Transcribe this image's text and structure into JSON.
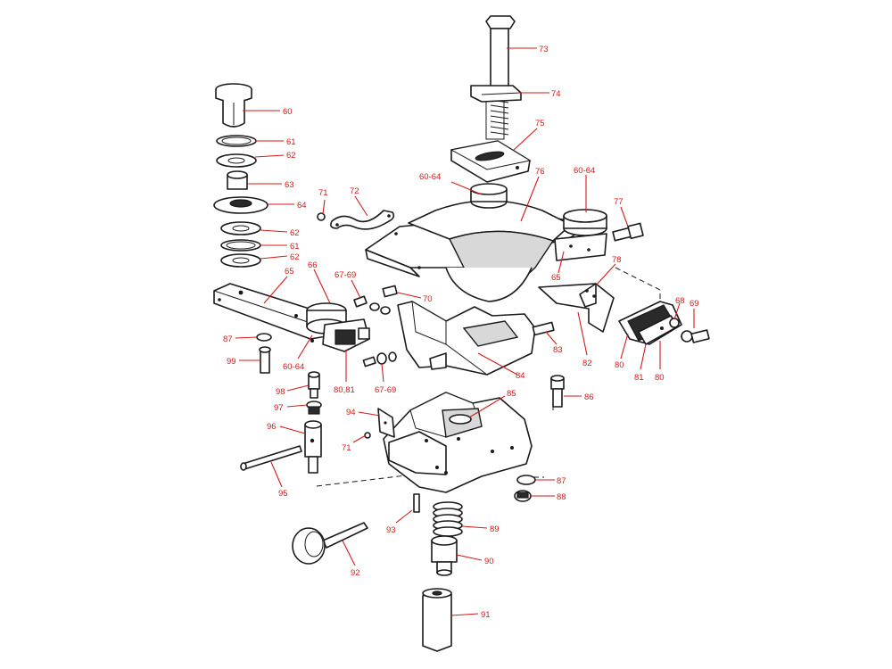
{
  "labels": [
    {
      "id": "l73",
      "text": "73"
    },
    {
      "id": "l74",
      "text": "74"
    },
    {
      "id": "l75",
      "text": "75"
    },
    {
      "id": "l76",
      "text": "76"
    },
    {
      "id": "l60a",
      "text": "60"
    },
    {
      "id": "l61a",
      "text": "61"
    },
    {
      "id": "l62a",
      "text": "62"
    },
    {
      "id": "l63",
      "text": "63"
    },
    {
      "id": "l64",
      "text": "64"
    },
    {
      "id": "l62b",
      "text": "62"
    },
    {
      "id": "l61b",
      "text": "61"
    },
    {
      "id": "l62c",
      "text": "62"
    },
    {
      "id": "l60-64a",
      "text": "60-64"
    },
    {
      "id": "l60-64b",
      "text": "60-64"
    },
    {
      "id": "l77",
      "text": "77"
    },
    {
      "id": "l71a",
      "text": "71"
    },
    {
      "id": "l72",
      "text": "72"
    },
    {
      "id": "l65a",
      "text": "65"
    },
    {
      "id": "l66",
      "text": "66"
    },
    {
      "id": "l67-69a",
      "text": "67-69"
    },
    {
      "id": "l70",
      "text": "70"
    },
    {
      "id": "l65b",
      "text": "65"
    },
    {
      "id": "l78",
      "text": "78"
    },
    {
      "id": "l68",
      "text": "68"
    },
    {
      "id": "l69",
      "text": "69"
    },
    {
      "id": "l87a",
      "text": "87"
    },
    {
      "id": "l99",
      "text": "99"
    },
    {
      "id": "l60-64c",
      "text": "60-64"
    },
    {
      "id": "l80-81",
      "text": "80,81"
    },
    {
      "id": "l67-69b",
      "text": "67-69"
    },
    {
      "id": "l84",
      "text": "84"
    },
    {
      "id": "l83",
      "text": "83"
    },
    {
      "id": "l82",
      "text": "82"
    },
    {
      "id": "l80a",
      "text": "80"
    },
    {
      "id": "l81",
      "text": "81"
    },
    {
      "id": "l80b",
      "text": "80"
    },
    {
      "id": "l98",
      "text": "98"
    },
    {
      "id": "l97",
      "text": "97"
    },
    {
      "id": "l96",
      "text": "96"
    },
    {
      "id": "l94",
      "text": "94"
    },
    {
      "id": "l85",
      "text": "85"
    },
    {
      "id": "l86",
      "text": "86"
    },
    {
      "id": "l71b",
      "text": "71"
    },
    {
      "id": "l95",
      "text": "95"
    },
    {
      "id": "l87b",
      "text": "87"
    },
    {
      "id": "l88",
      "text": "88"
    },
    {
      "id": "l93",
      "text": "93"
    },
    {
      "id": "l89",
      "text": "89"
    },
    {
      "id": "l90",
      "text": "90"
    },
    {
      "id": "l92",
      "text": "92"
    },
    {
      "id": "l91",
      "text": "91"
    }
  ]
}
